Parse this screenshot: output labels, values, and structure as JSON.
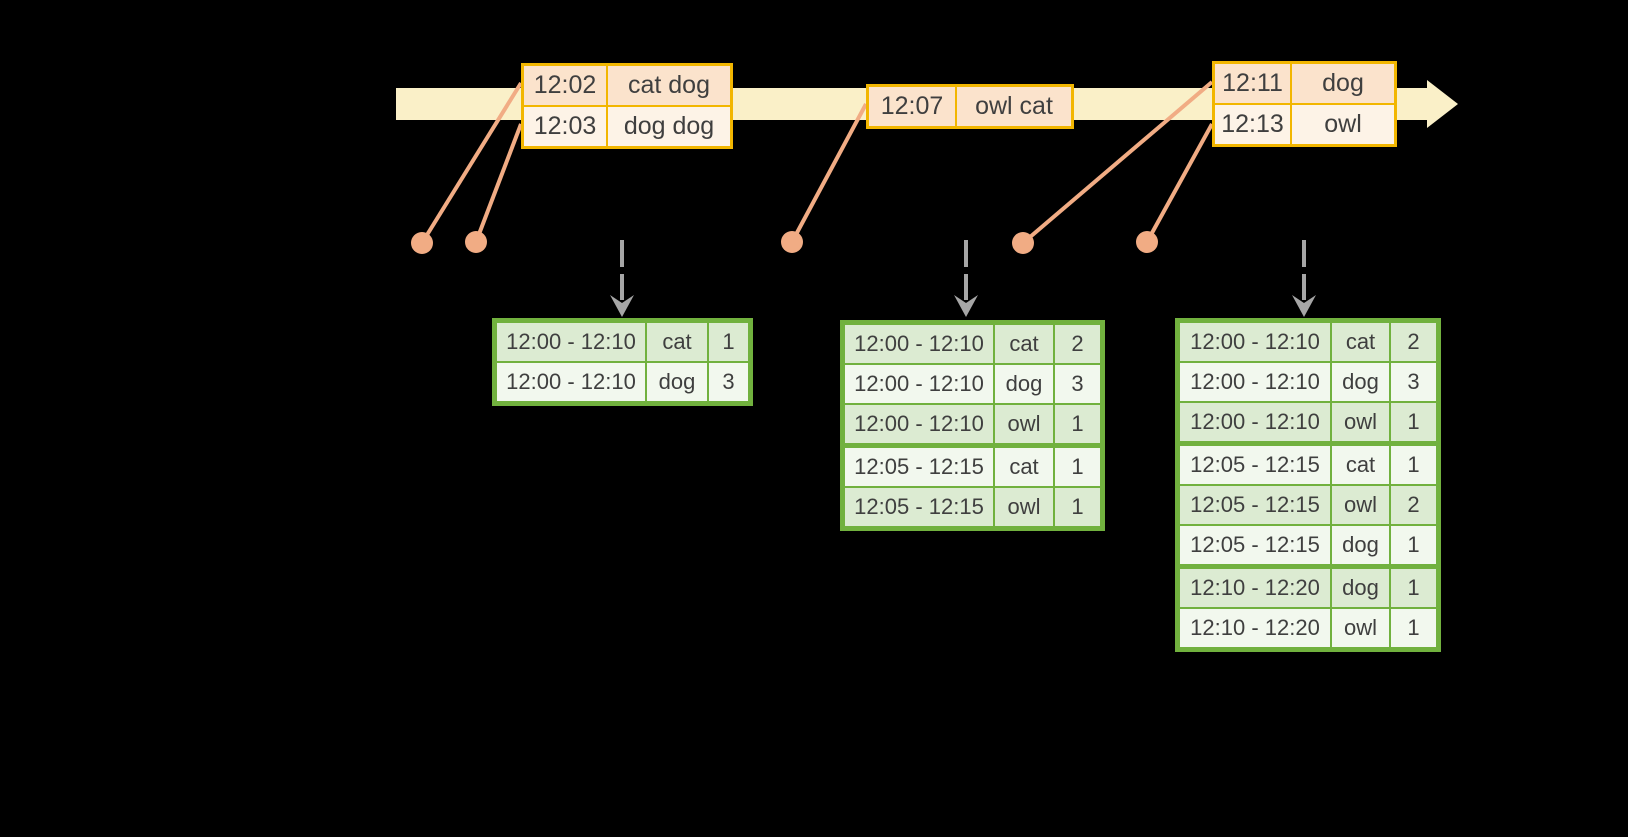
{
  "palette": {
    "background": "#000000",
    "timeline_fill": "#FAF0C8",
    "input_border": "#F2B600",
    "input_row_fill_a": "#FBE3CC",
    "input_row_fill_b": "#FDF3E7",
    "connector": "#F1AC84",
    "arrow_gray": "#A6A6A6",
    "result_border": "#71B13E",
    "result_row_fill_a": "#DCEBD2",
    "result_row_fill_b": "#F2F8EE",
    "text": "#3F3F3F"
  },
  "input_tables": [
    {
      "name": "input-batch-1",
      "rows": [
        [
          "12:02",
          "cat dog"
        ],
        [
          "12:03",
          "dog dog"
        ]
      ]
    },
    {
      "name": "input-batch-2",
      "rows": [
        [
          "12:07",
          "owl cat"
        ]
      ]
    },
    {
      "name": "input-batch-3",
      "rows": [
        [
          "12:11",
          "dog"
        ],
        [
          "12:13",
          "owl"
        ]
      ]
    }
  ],
  "result_tables": [
    {
      "name": "result-table-1",
      "rows": [
        [
          "12:00 - 12:10",
          "cat",
          "1"
        ],
        [
          "12:00 - 12:10",
          "dog",
          "3"
        ]
      ],
      "group_breaks": []
    },
    {
      "name": "result-table-2",
      "rows": [
        [
          "12:00 - 12:10",
          "cat",
          "2"
        ],
        [
          "12:00 - 12:10",
          "dog",
          "3"
        ],
        [
          "12:00 - 12:10",
          "owl",
          "1"
        ],
        [
          "12:05 - 12:15",
          "cat",
          "1"
        ],
        [
          "12:05 - 12:15",
          "owl",
          "1"
        ]
      ],
      "group_breaks": [
        3
      ]
    },
    {
      "name": "result-table-3",
      "rows": [
        [
          "12:00 - 12:10",
          "cat",
          "2"
        ],
        [
          "12:00 - 12:10",
          "dog",
          "3"
        ],
        [
          "12:00 - 12:10",
          "owl",
          "1"
        ],
        [
          "12:05 - 12:15",
          "cat",
          "1"
        ],
        [
          "12:05 - 12:15",
          "owl",
          "2"
        ],
        [
          "12:05 - 12:15",
          "dog",
          "1"
        ],
        [
          "12:10 - 12:20",
          "dog",
          "1"
        ],
        [
          "12:10 - 12:20",
          "owl",
          "1"
        ]
      ],
      "group_breaks": [
        3,
        6
      ]
    }
  ]
}
